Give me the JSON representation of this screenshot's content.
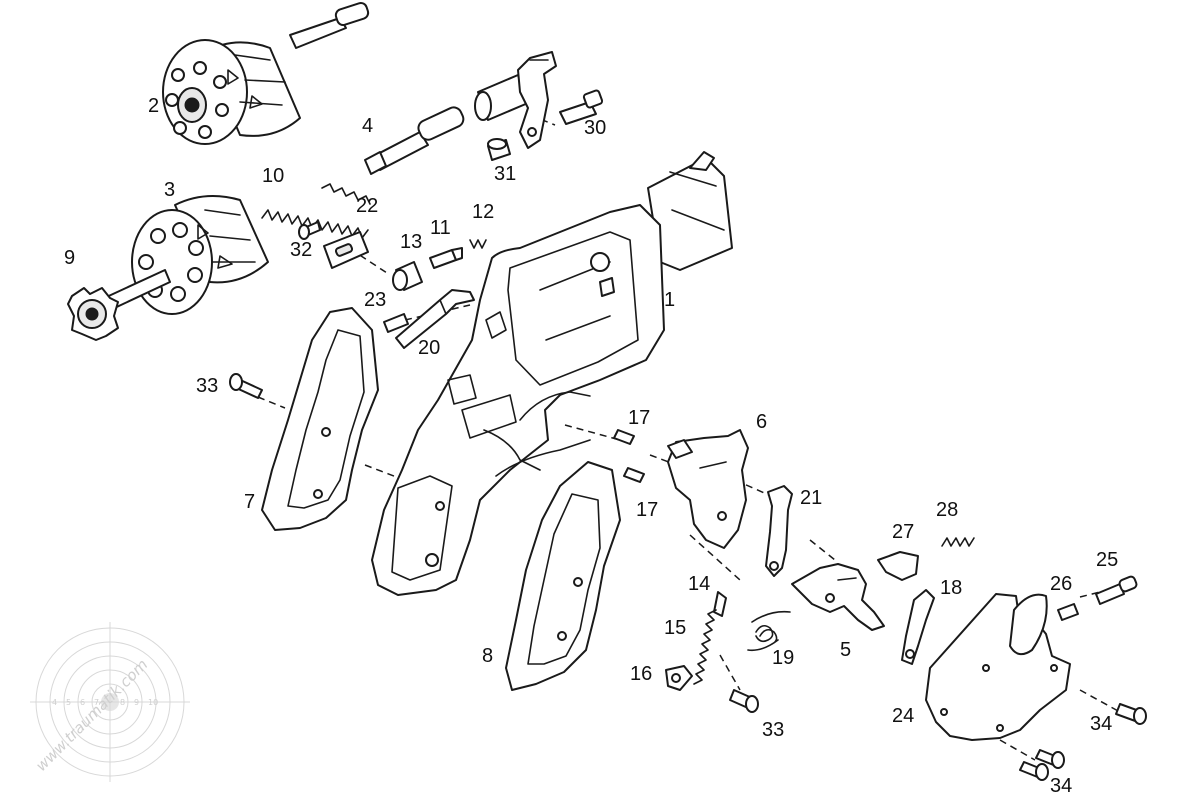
{
  "diagram": {
    "type": "exploded-parts-view",
    "colors": {
      "line": "#1a1a1a",
      "background": "#ffffff",
      "watermark": "#d0d0d0"
    },
    "callouts": [
      {
        "id": "c1",
        "text": "1"
      },
      {
        "id": "c2",
        "text": "2"
      },
      {
        "id": "c3",
        "text": "3"
      },
      {
        "id": "c4",
        "text": "4"
      },
      {
        "id": "c5",
        "text": "5"
      },
      {
        "id": "c6",
        "text": "6"
      },
      {
        "id": "c7",
        "text": "7"
      },
      {
        "id": "c8",
        "text": "8"
      },
      {
        "id": "c9",
        "text": "9"
      },
      {
        "id": "c10",
        "text": "10"
      },
      {
        "id": "c11",
        "text": "11"
      },
      {
        "id": "c12",
        "text": "12"
      },
      {
        "id": "c13",
        "text": "13"
      },
      {
        "id": "c14",
        "text": "14"
      },
      {
        "id": "c15",
        "text": "15"
      },
      {
        "id": "c16",
        "text": "16"
      },
      {
        "id": "c17a",
        "text": "17"
      },
      {
        "id": "c17b",
        "text": "17"
      },
      {
        "id": "c18",
        "text": "18"
      },
      {
        "id": "c19",
        "text": "19"
      },
      {
        "id": "c20",
        "text": "20"
      },
      {
        "id": "c21",
        "text": "21"
      },
      {
        "id": "c22",
        "text": "22"
      },
      {
        "id": "c23",
        "text": "23"
      },
      {
        "id": "c24",
        "text": "24"
      },
      {
        "id": "c25",
        "text": "25"
      },
      {
        "id": "c26",
        "text": "26"
      },
      {
        "id": "c27",
        "text": "27"
      },
      {
        "id": "c28",
        "text": "28"
      },
      {
        "id": "c30",
        "text": "30"
      },
      {
        "id": "c31",
        "text": "31"
      },
      {
        "id": "c32",
        "text": "32"
      },
      {
        "id": "c33a",
        "text": "33"
      },
      {
        "id": "c33b",
        "text": "33"
      },
      {
        "id": "c34a",
        "text": "34"
      },
      {
        "id": "c34b",
        "text": "34"
      }
    ]
  },
  "watermark": {
    "text": "www.traumatik.com",
    "icon": "target-icon",
    "target_numbers": [
      "4",
      "5",
      "6",
      "7",
      "8",
      "9",
      "10"
    ]
  }
}
